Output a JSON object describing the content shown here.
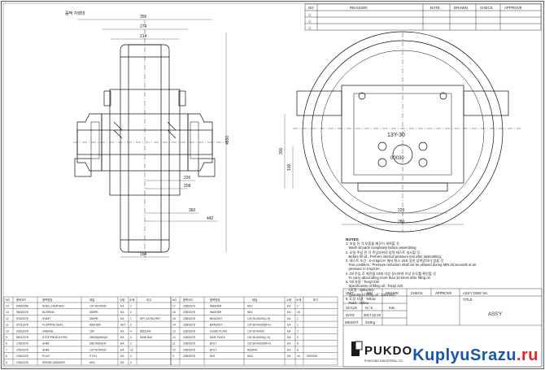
{
  "sheet_title": "꼼짝 지렛대",
  "revision": {
    "headers": [
      "NO",
      "REVISION",
      "DATE",
      "DRAWN",
      "CHECK",
      "APPROVE"
    ],
    "rows": [
      "△",
      "△",
      "△"
    ]
  },
  "dims": {
    "d356": "356",
    "d274": "274",
    "d214": "214",
    "d226": "226",
    "d208": "208",
    "d360": "360",
    "d442": "442",
    "d164": "164",
    "d4950": "4950",
    "d300": "300",
    "d100": "100",
    "d220": "220",
    "d280": "280"
  },
  "side_labels": {
    "model": "13Y-30",
    "code": "00030"
  },
  "notes": {
    "heading": "NOTES",
    "lines": [
      "1. 조립 전 각 부품을 깨끗이 세척할 것.",
      "   Wash all parts completely before assembling.",
      "2. 오일 주입 전 각 주입부위의 압력 테스트 실시할 것.",
      "   Before fill oil , Perform internal pressure test after assembling.",
      "3. 테스트 조건 : 2~3 kg/cm² 에서 최소 15초 동안 압력강하가 없을 것",
      "   Test condition : Pressure reduction shall not be allowed during MIN.15 seconds at air",
      "   pressure 2~3 kg/cm².",
      "4. Oil 주입 후 회전을 10회 이상 실시하여 이상 유무를 확인할 것",
      "   To carry about idling more than 10 times after filling oil.",
      "5. Oil 사양 : Textyl 220",
      "   Specification of filling oil : Textyl 220",
      "   Oil 량 : 230±20cc",
      "   Quantity of filling oil : 230±20cc",
      "6. 도장 사양 : Yellow",
      "   Paint : Yellow"
    ]
  },
  "bom": {
    "headers": [
      "NO",
      "품목코드",
      "품목명칭",
      "재질",
      "수량",
      "소재",
      "비고"
    ],
    "headers_right": [
      "NO",
      "품목코드",
      "품목명칭",
      "재질",
      "수량",
      "소재",
      "비고"
    ],
    "rows_left": [
      [
        "14",
        "92620398",
        "SHELL,HEATHEN",
        "13Y-30-00030",
        "EA",
        "1",
        ""
      ],
      [
        "13",
        "98320378",
        "BUSHING",
        "D60PB",
        "EA",
        "2",
        ""
      ],
      [
        "12",
        "57622378",
        "SHAFT",
        "D60PB",
        "EA",
        "1",
        "SPT-1475G-PMT"
      ],
      [
        "11",
        "57021378",
        "FLOATING SEAL",
        "8SSH300",
        "SET",
        "2",
        ""
      ],
      [
        "10",
        "92622378",
        "GREASE",
        "15S",
        "EA",
        "4",
        "85222H6"
      ],
      [
        "9",
        "89012378",
        "STOP PIN,BOLT,PIN",
        "25SG5(M90)01",
        "EA",
        "4",
        "50/50 Bolt"
      ],
      [
        "8",
        "17822378",
        "SHIM",
        "D66-5M(X)H0",
        "EA",
        "2",
        ""
      ],
      [
        "7",
        "27602378",
        "SHIM",
        "13Y-30-00030",
        "EA",
        "12",
        ""
      ],
      [
        "6",
        "22602378",
        "PLUG",
        "PT1/4",
        "EA",
        "2",
        ""
      ],
      [
        "5",
        "22602378",
        "SPRING WASHER",
        "M16",
        "EA",
        "2",
        ""
      ]
    ],
    "rows_right": [
      [
        "17",
        "22602378",
        "WASHER",
        "M12",
        "EA",
        "2",
        ""
      ],
      [
        "16",
        "22602378",
        "WASHER",
        "M16",
        "EA",
        "16",
        ""
      ],
      [
        "15",
        "22602378",
        "BRACKET",
        "13Y-30-00030(L-H)",
        "EA",
        "1",
        ""
      ],
      [
        "14",
        "22602378",
        "BRACKET",
        "13Y-30-00030(R-H)",
        "EA",
        "1",
        ""
      ],
      [
        "13",
        "22602378",
        "GUIDE PLATE",
        "13Y-30-00030",
        "EA",
        "2",
        ""
      ],
      [
        "12",
        "22602378",
        "SIDE PLATE",
        "13Y-30-00030(L-H)",
        "EA",
        "2",
        ""
      ],
      [
        "11",
        "22602378",
        "BOLT",
        "13Y-30-00030(R-H)",
        "EA",
        "8",
        ""
      ],
      [
        "10",
        "22602378",
        "BOLT",
        "M16X40",
        "EA",
        "8",
        ""
      ],
      [
        "9",
        "22602378",
        "NUT",
        "M16",
        "EA",
        "16",
        "9257008"
      ]
    ]
  },
  "titleblock": {
    "unit_label": "UNIT",
    "unit_value": "MM",
    "drawn_label": "DRAWN",
    "check_label": "CHECK",
    "approve_label": "APPROVE",
    "assy_dwg_label": "ASS'Y DWG No.",
    "scale_label": "SCALE",
    "scale_value": "N / S",
    "date_label": "DATE",
    "date_value": "2017.10.20",
    "weight_label": "WEIGHT",
    "weight_value": "310Kg",
    "drawn_value": "Kim",
    "title_label": "TITLE",
    "title_value": "ASS'Y"
  },
  "watermark": {
    "a": "KuplyuSrazu",
    "b": ".ru"
  },
  "logo": {
    "name": "PUKDO",
    "sub": "PUKDONG INDUSTRIAL CO."
  },
  "colors": {
    "line": "#111111",
    "dim": "#333333",
    "accent_red": "#d9262b",
    "accent_blue": "#1a56a8"
  }
}
